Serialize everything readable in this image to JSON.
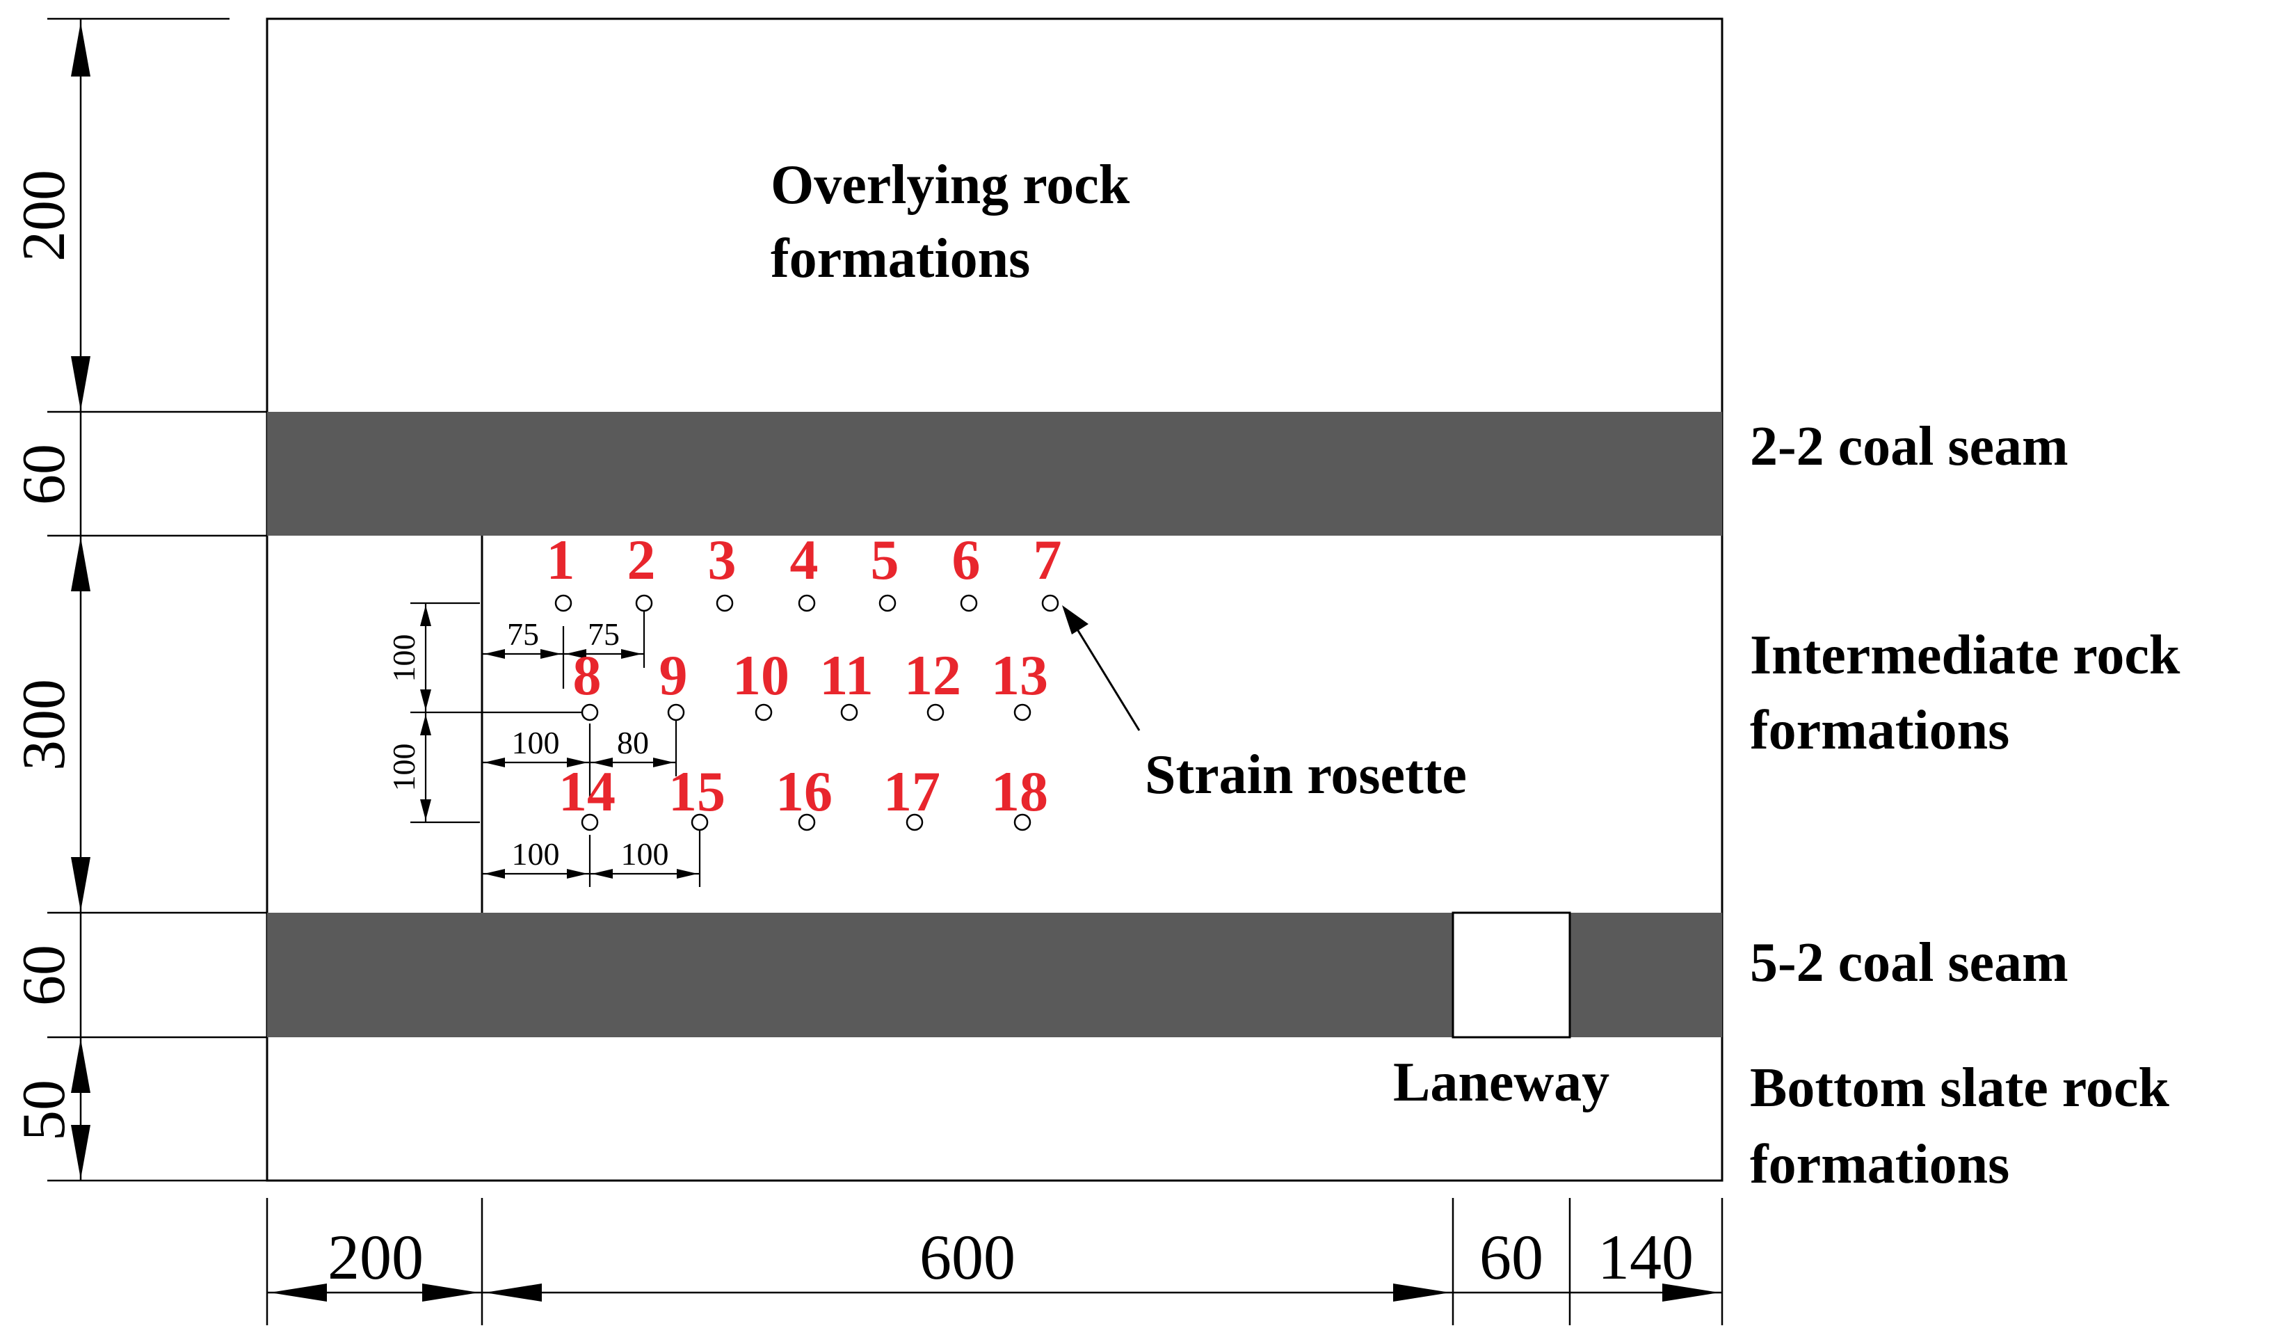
{
  "colors": {
    "coal": "#5a5a5a",
    "gauge_number": "#e8262d",
    "line": "#000000",
    "background": "#ffffff"
  },
  "layers": {
    "overlying": {
      "line1": "Overlying rock",
      "line2": "formations"
    },
    "coal_upper": "2-2 coal seam",
    "intermediate": {
      "line1": "Intermediate rock",
      "line2": "formations"
    },
    "coal_lower": "5-2 coal seam",
    "bottom": {
      "line1": "Bottom slate rock",
      "line2": "formations"
    },
    "laneway": "Laneway"
  },
  "strain_rosette_label": "Strain rosette",
  "vertical_dimensions": [
    "200",
    "60",
    "300",
    "60",
    "50"
  ],
  "horizontal_dimensions": [
    "200",
    "600",
    "60",
    "140"
  ],
  "gauge_spacing": {
    "row1": [
      "75",
      "75"
    ],
    "row2": [
      "100",
      "80"
    ],
    "row3": [
      "100",
      "100"
    ],
    "vertical": [
      "100",
      "100"
    ]
  },
  "gauges": {
    "row1": [
      "1",
      "2",
      "3",
      "4",
      "5",
      "6",
      "7"
    ],
    "row2": [
      "8",
      "9",
      "10",
      "11",
      "12",
      "13"
    ],
    "row3": [
      "14",
      "15",
      "16",
      "17",
      "18"
    ]
  }
}
